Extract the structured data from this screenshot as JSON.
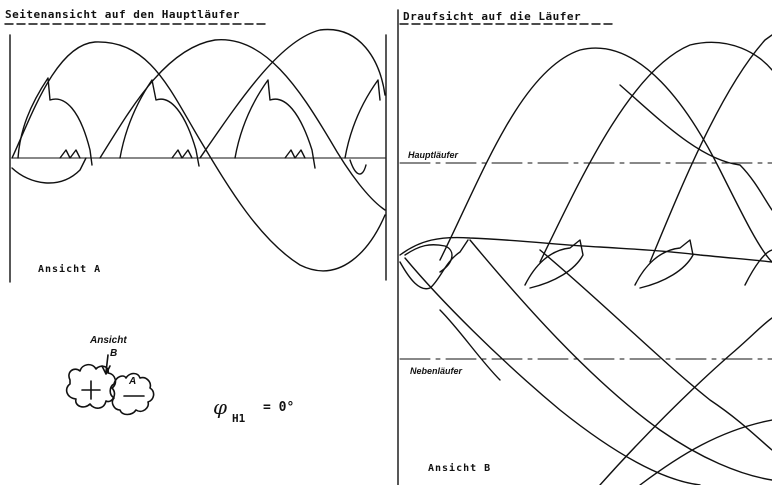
{
  "left_panel": {
    "title": "Seitenansicht auf den Hauptläufer",
    "view_label": "Ansicht A"
  },
  "right_panel": {
    "title": "Draufsicht auf die Läufer",
    "main_rotor_label": "Hauptläufer",
    "secondary_rotor_label": "Nebenläufer",
    "view_label": "Ansicht B"
  },
  "inset": {
    "view_label": "Ansicht",
    "view_letter": "B",
    "rotor_letter": "A"
  },
  "angle": {
    "symbol": "φ",
    "subscript": "H1",
    "value": "= 0°"
  },
  "colors": {
    "ink": "#111111",
    "background": "#ffffff"
  }
}
